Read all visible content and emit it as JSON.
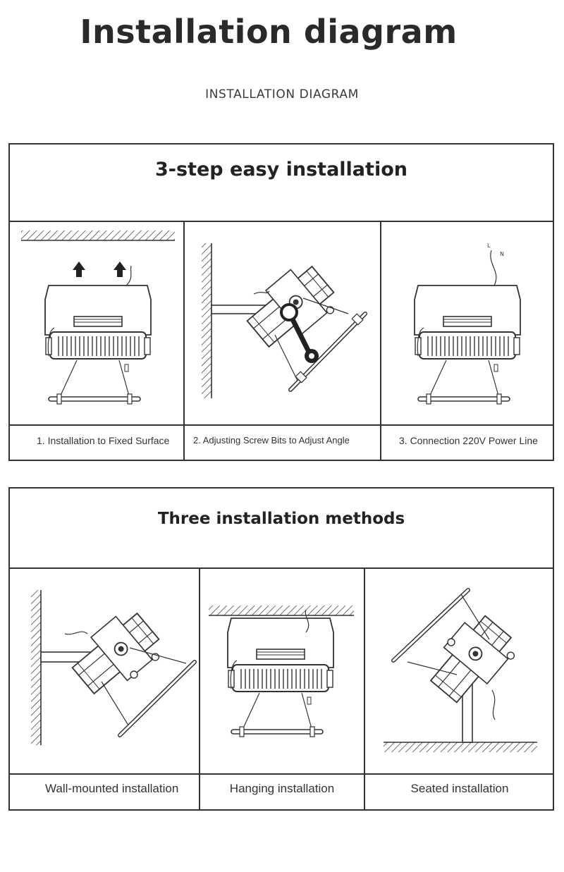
{
  "header": {
    "title": "Installation diagram",
    "subtitle": "INSTALLATION DIAGRAM"
  },
  "steps": {
    "title": "3-step easy installation",
    "items": [
      {
        "caption": "1. Installation to Fixed Surface"
      },
      {
        "caption": "2. Adjusting Screw Bits to Adjust Angle"
      },
      {
        "caption": "3. Connection 220V Power Line"
      }
    ]
  },
  "methods": {
    "title": "Three installation methods",
    "items": [
      {
        "caption": "Wall-mounted installation"
      },
      {
        "caption": "Hanging installation"
      },
      {
        "caption": "Seated installation"
      }
    ]
  },
  "colors": {
    "line": "#333333",
    "background": "#ffffff"
  }
}
